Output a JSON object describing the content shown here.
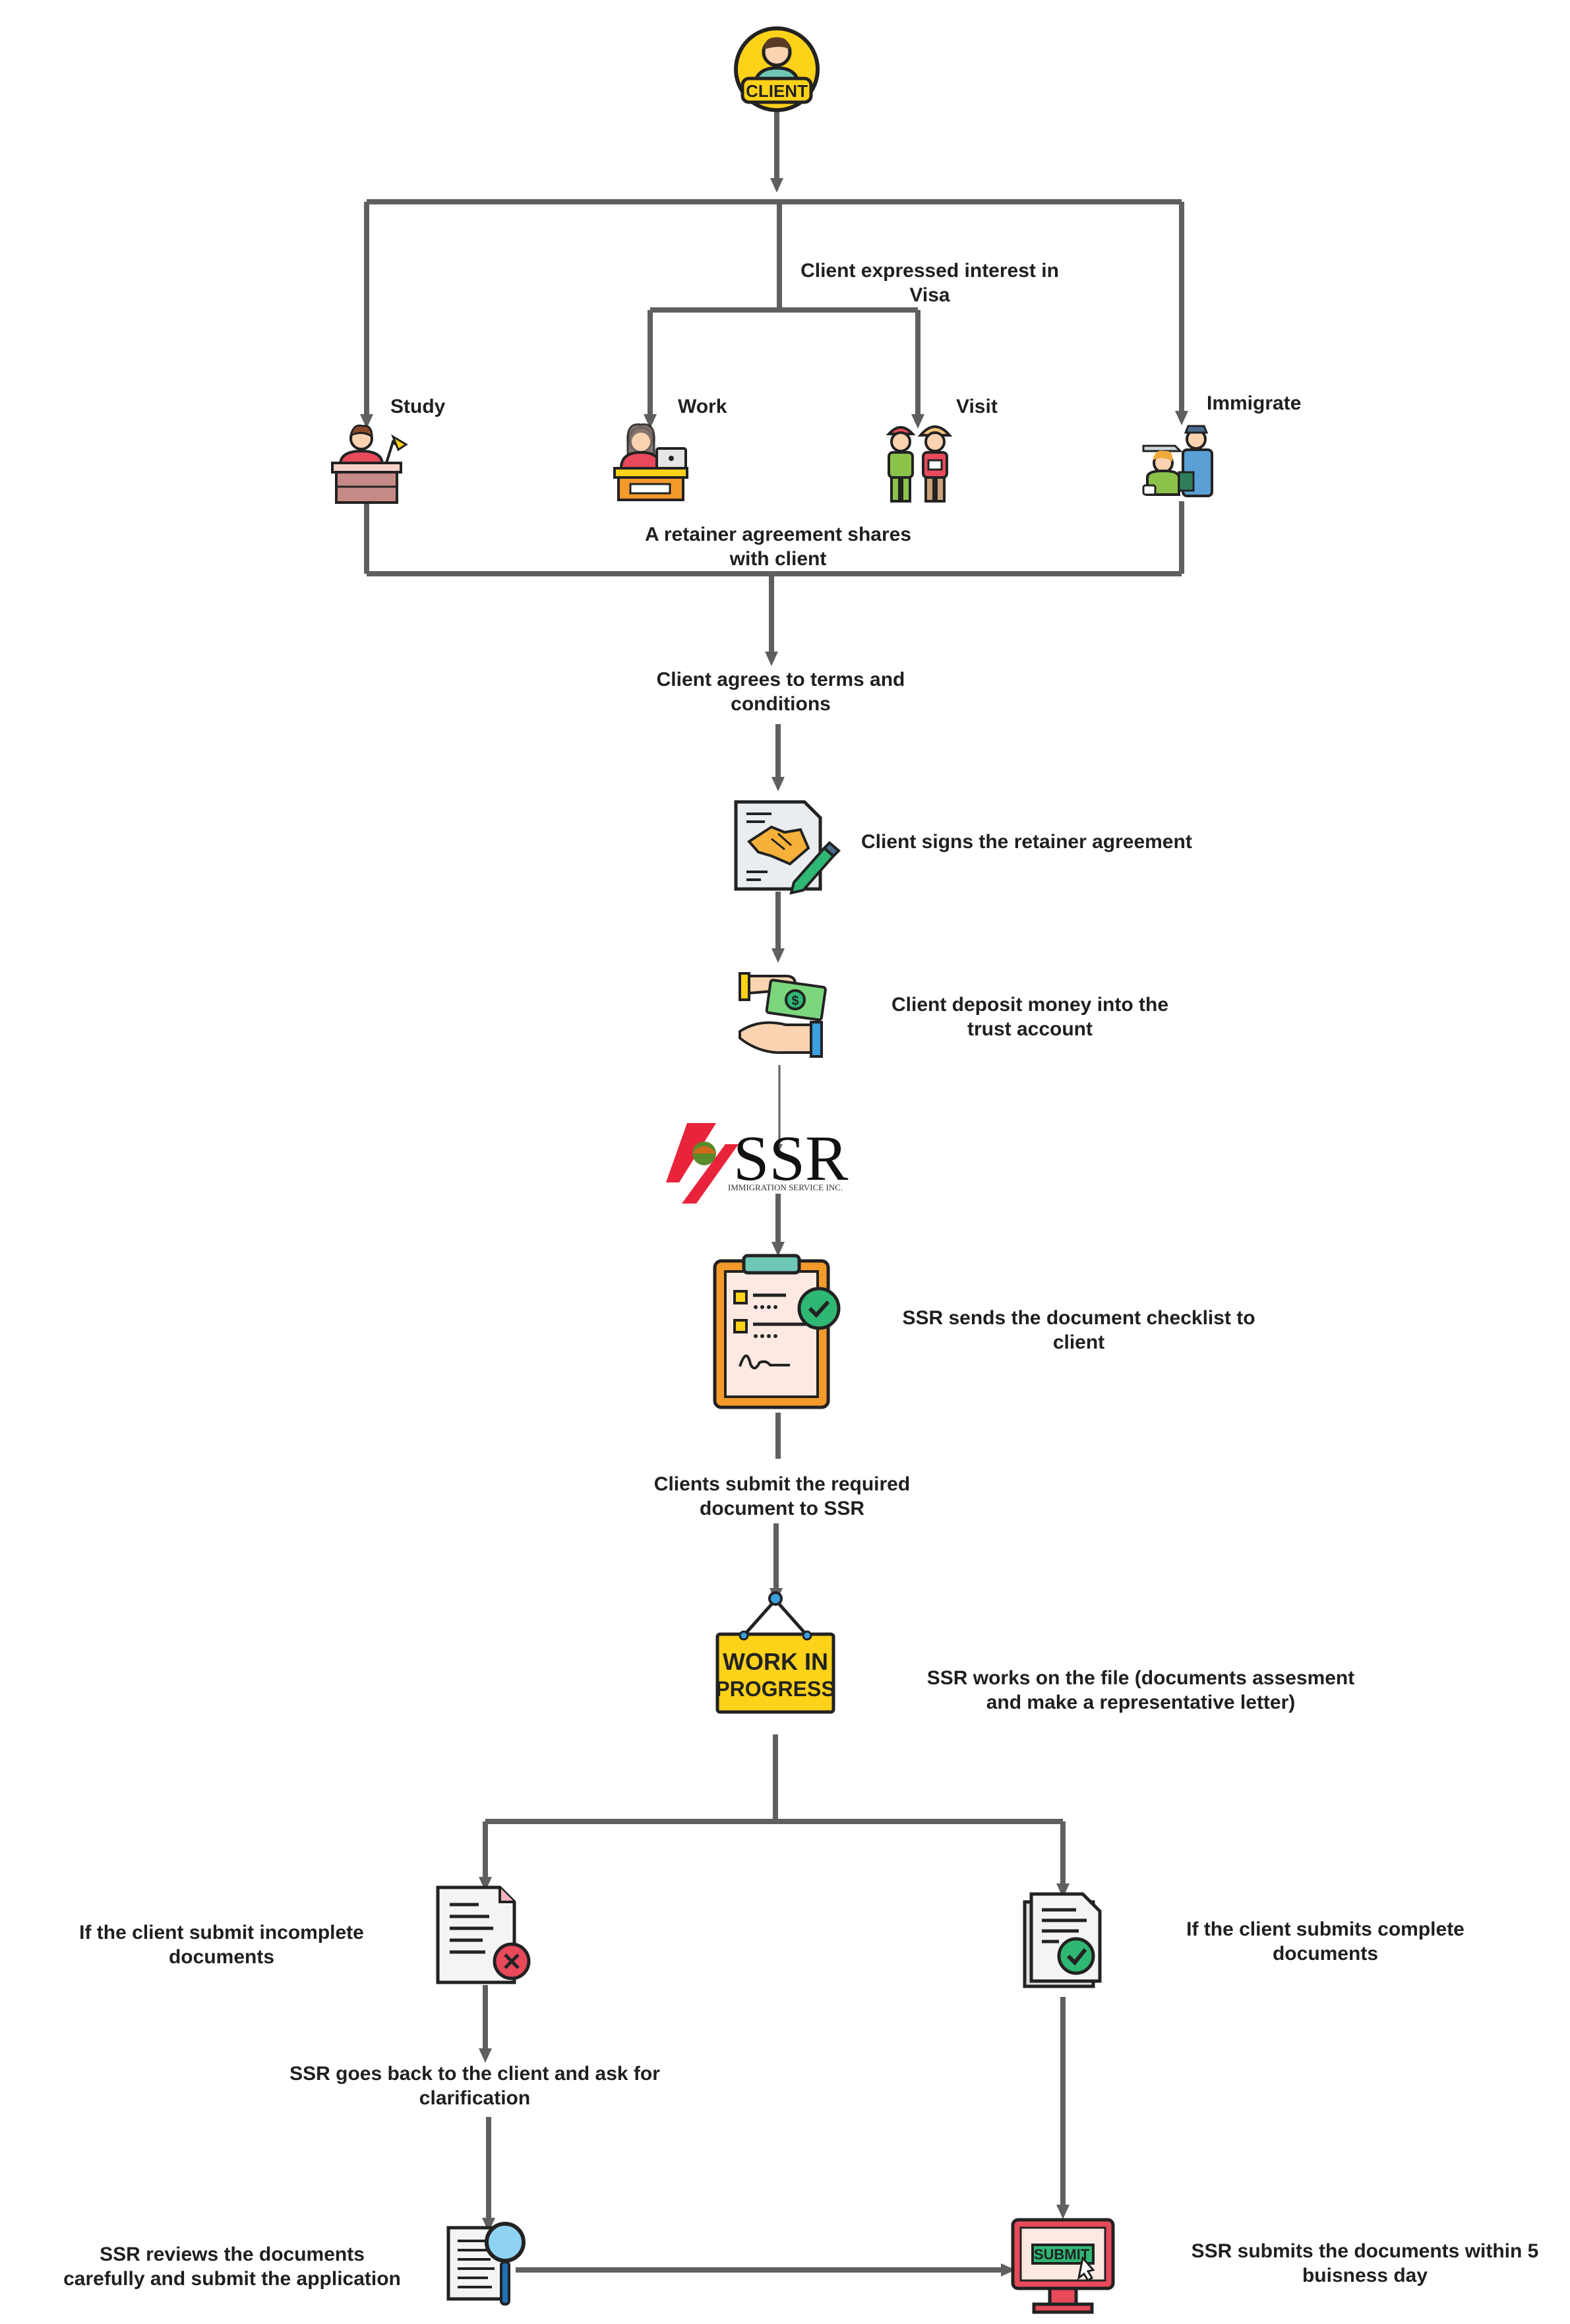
{
  "colors": {
    "connector": "#5f5f5f",
    "text": "#1f1f1f",
    "accent_yellow": "#ffd21a",
    "accent_green": "#2fb774",
    "accent_red": "#e8495b",
    "accent_orange": "#f39a2b",
    "accent_teal": "#4aa89a"
  },
  "nodes": {
    "client_icon": {
      "text": "CLIENT",
      "icon": "client-badge-icon"
    },
    "interest": {
      "line1": "Client expressed interest in",
      "line2": "Visa"
    },
    "study": {
      "label": "Study",
      "icon": "student-desk-icon"
    },
    "work": {
      "label": "Work",
      "icon": "laptop-worker-icon"
    },
    "visit": {
      "label": "Visit",
      "icon": "tourists-icon"
    },
    "immigrate": {
      "label": "Immigrate",
      "icon": "immigration-officer-icon"
    },
    "retainer_shared": {
      "line1": "A retainer agreement shares",
      "line2": "with client"
    },
    "agrees": {
      "line1": "Client agrees to terms and",
      "line2": "conditions"
    },
    "signs": {
      "label": "Client signs the retainer agreement",
      "icon": "contract-handshake-icon"
    },
    "deposit": {
      "line1": "Client deposit money into the",
      "line2": "trust account",
      "icon": "money-hand-icon"
    },
    "logo": {
      "name": "SSR",
      "tagline": "IMMIGRATION SERVICE INC.",
      "icon": "ssr-logo-icon"
    },
    "checklist": {
      "line1": "SSR sends the document checklist  to",
      "line2": "client",
      "icon": "clipboard-checklist-icon"
    },
    "submit_required": {
      "line1": "Clients submit the required",
      "line2": "document to SSR"
    },
    "wip": {
      "sign_line1": "WORK IN",
      "sign_line2": "PROGRESS",
      "line1": "SSR works on the file (documents assesment",
      "line2": "and make a representative letter)",
      "icon": "work-in-progress-sign-icon"
    },
    "incomplete": {
      "line1": "If the client submit incomplete",
      "line2": "documents",
      "icon": "document-rejected-icon"
    },
    "complete": {
      "line1": "If the client submits complete",
      "line2": "documents",
      "icon": "document-approved-icon"
    },
    "clarification": {
      "line1": "SSR goes back to the client and ask for",
      "line2": "clarification"
    },
    "review": {
      "line1": "SSR reviews the documents",
      "line2": "carefully and submit the application",
      "icon": "document-search-icon"
    },
    "submits": {
      "screen_text": "SUBMIT",
      "line1": "SSR submits the documents within 5",
      "line2": "buisness day",
      "icon": "monitor-submit-icon"
    }
  }
}
